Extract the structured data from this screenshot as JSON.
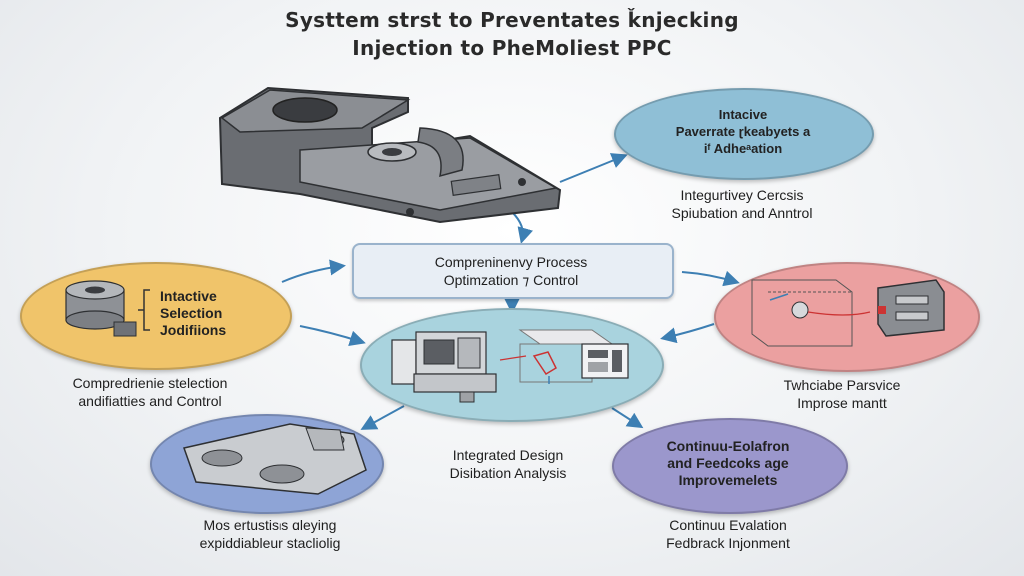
{
  "title": {
    "line1": "Systtem  strst to Preventates ǩnjecking",
    "line2": "Injection to PheMoliest PPC"
  },
  "center_box": {
    "line1": "Compreninenvy Process",
    "line2": "Optimzation  ⁊  Control"
  },
  "top_right_oval": {
    "line1": "Intacive",
    "line2": "Paverrate ɽkeabyets a",
    "line3": "iᶠ Adheᵃation"
  },
  "top_right_caption": {
    "line1": "Integurtivey Cercsis",
    "line2": "Spiubation and Anntrol"
  },
  "left_oval": {
    "line1": "Intactive",
    "line2": "Selection",
    "line3": "Jodifiions"
  },
  "left_caption": {
    "line1": "Compredrienie stelection",
    "line2": "andifiatties and Control"
  },
  "right_caption": {
    "line1": "Twhciabe Parsvice",
    "line2": "Improse  mantt"
  },
  "middle_caption": {
    "line1": "Integrated Design",
    "line2": "Disibation Analysis"
  },
  "bottom_right_oval": {
    "line1": "Continuu-Eolafron",
    "line2": "and Feedcoks age",
    "line3": "Improvemelets"
  },
  "bottom_right_caption": {
    "line1": "Continuu  Evalation",
    "line2": "Fedbrack Injonment"
  },
  "bottom_left_caption": {
    "line1": "Mos ertustis၊s ɑleying",
    "line2": "expiddiableur stacliolig"
  },
  "colors": {
    "blue_oval": "#8fbfd6",
    "orange_oval": "#f0c46a",
    "red_oval": "#eba0a0",
    "teal_oval": "#a9d3de",
    "lavender_oval": "#9b97cc",
    "periwinkle_oval": "#8ea4d6",
    "arrow": "#3d7fb3"
  }
}
